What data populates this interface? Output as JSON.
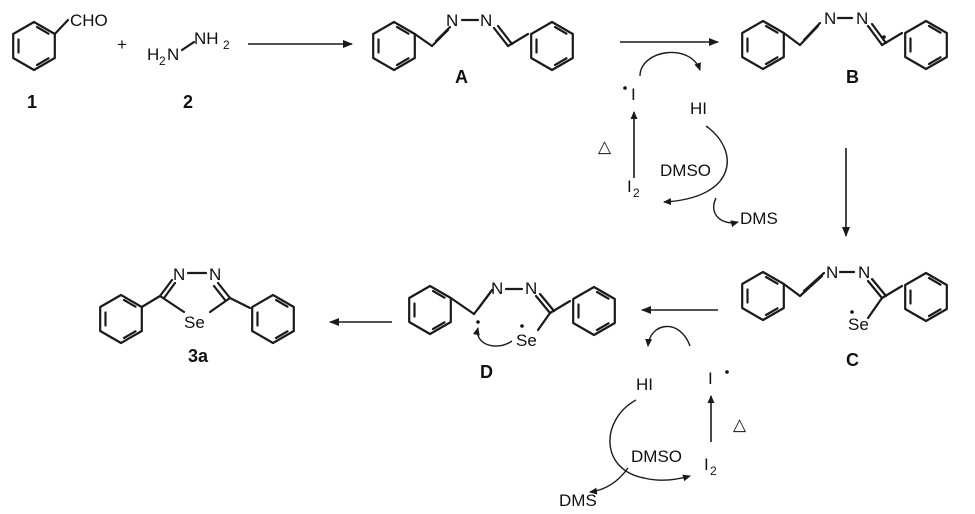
{
  "groups": {
    "cho": "CHO",
    "plus": "+",
    "h2": "H",
    "h2_sub": "2",
    "n_left": "N",
    "n_right": "N",
    "nh2_n": "NH",
    "nh2_sub": "2",
    "se": "Se",
    "iodine_radical": "I",
    "hi": "HI",
    "dmso": "DMSO",
    "dms": "DMS",
    "iodine": "I",
    "iodine_sub": "2",
    "delta": "△"
  },
  "compounds": {
    "c1": "1",
    "c2": "2",
    "cA": "A",
    "cB": "B",
    "cC": "C",
    "cD": "D",
    "c3a": "3a"
  }
}
